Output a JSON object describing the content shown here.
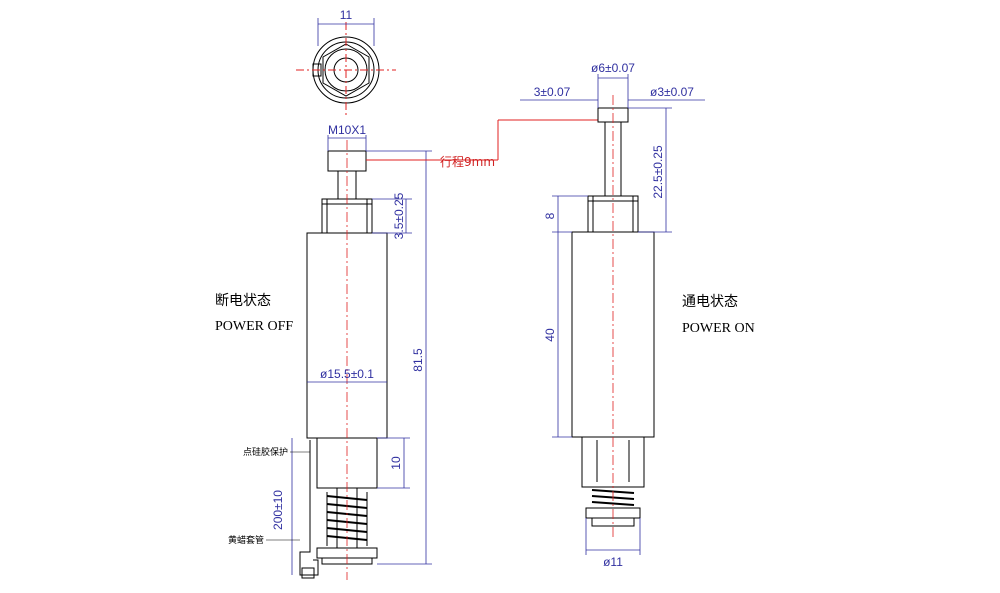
{
  "labels": {
    "top_width": "11",
    "thread": "M10X1",
    "stroke": "行程9mm",
    "off_collar": "3.5±0.25",
    "off_body_dia": "ø15.5±0.1",
    "off_total": "81.5",
    "off_spring_len": "10",
    "off_lead_len": "200±10",
    "note_glue": "点硅胶保护",
    "note_sleeve": "黄蜡套管",
    "off_state_cn": "断电状态",
    "off_state_en": "POWER OFF",
    "on_plunger_dia": "ø6±0.07",
    "on_head_h": "3±0.07",
    "on_shaft_dia": "ø3±0.07",
    "on_extension": "22.5±0.25",
    "on_collar": "8",
    "on_body": "40",
    "on_base_dia": "ø11",
    "on_state_cn": "通电状态",
    "on_state_en": "POWER ON"
  },
  "colors": {
    "line": "#000000",
    "dimension": "#3030a0",
    "centerline": "#e02020",
    "stroke_marker": "#e02020"
  }
}
